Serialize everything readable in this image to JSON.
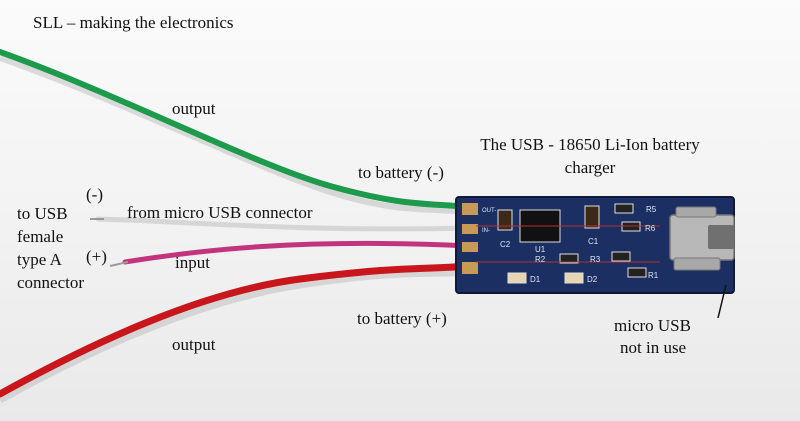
{
  "caption": "SLL – making the electronics",
  "labels": {
    "output_top": "output",
    "to_battery_neg": "to battery (-)",
    "charger_title_line1": "The USB - 18650 Li-Ion battery",
    "charger_title_line2": "charger",
    "minus_sign": "(-)",
    "to_usb_line1": "to USB",
    "to_usb_line2": "female",
    "to_usb_line3": "type A",
    "to_usb_line4": "connector",
    "plus_sign": "(+)",
    "from_micro_usb": "from micro USB connector",
    "input": "input",
    "to_battery_pos": "to battery (+)",
    "output_bottom": "output",
    "micro_usb_line1": "micro USB",
    "micro_usb_line2": "not in use"
  },
  "board_silkscreen": {
    "c2": "C2",
    "u1": "U1",
    "c1": "C1",
    "r5": "R5",
    "r6": "R6",
    "r2": "R2",
    "r3": "R3",
    "r1": "R1",
    "d1": "D1",
    "d2": "D2",
    "out_neg": "OUT-",
    "in_neg": "IN-"
  },
  "colors": {
    "wire_green": "#1e9a4c",
    "wire_red": "#c8161c",
    "wire_white": "#dcdcdc",
    "wire_pink": "#c2357e",
    "board_blue": "#1c2f63",
    "connector_silver": "#b8b8b8",
    "copper_tip": "#c79a55"
  }
}
